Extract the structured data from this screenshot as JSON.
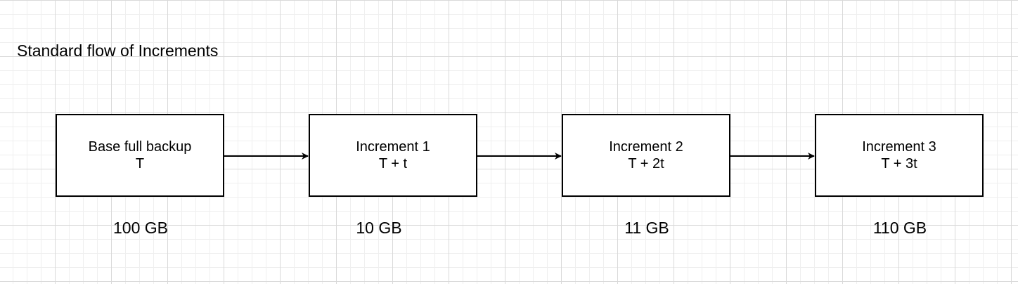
{
  "diagram": {
    "title": "Standard flow of Increments",
    "nodes": [
      {
        "id": "base",
        "label": "Base full backup",
        "time": "T",
        "size": "100 GB"
      },
      {
        "id": "inc1",
        "label": "Increment 1",
        "time": "T + t",
        "size": "10 GB"
      },
      {
        "id": "inc2",
        "label": "Increment 2",
        "time": "T + 2t",
        "size": "11 GB"
      },
      {
        "id": "inc3",
        "label": "Increment 3",
        "time": "T + 3t",
        "size": "110 GB"
      }
    ],
    "edges": [
      {
        "from": "base",
        "to": "inc1"
      },
      {
        "from": "inc1",
        "to": "inc2"
      },
      {
        "from": "inc2",
        "to": "inc3"
      }
    ],
    "colors": {
      "stroke": "#000000",
      "grid": "#d9d9d9",
      "background": "#ffffff"
    }
  }
}
